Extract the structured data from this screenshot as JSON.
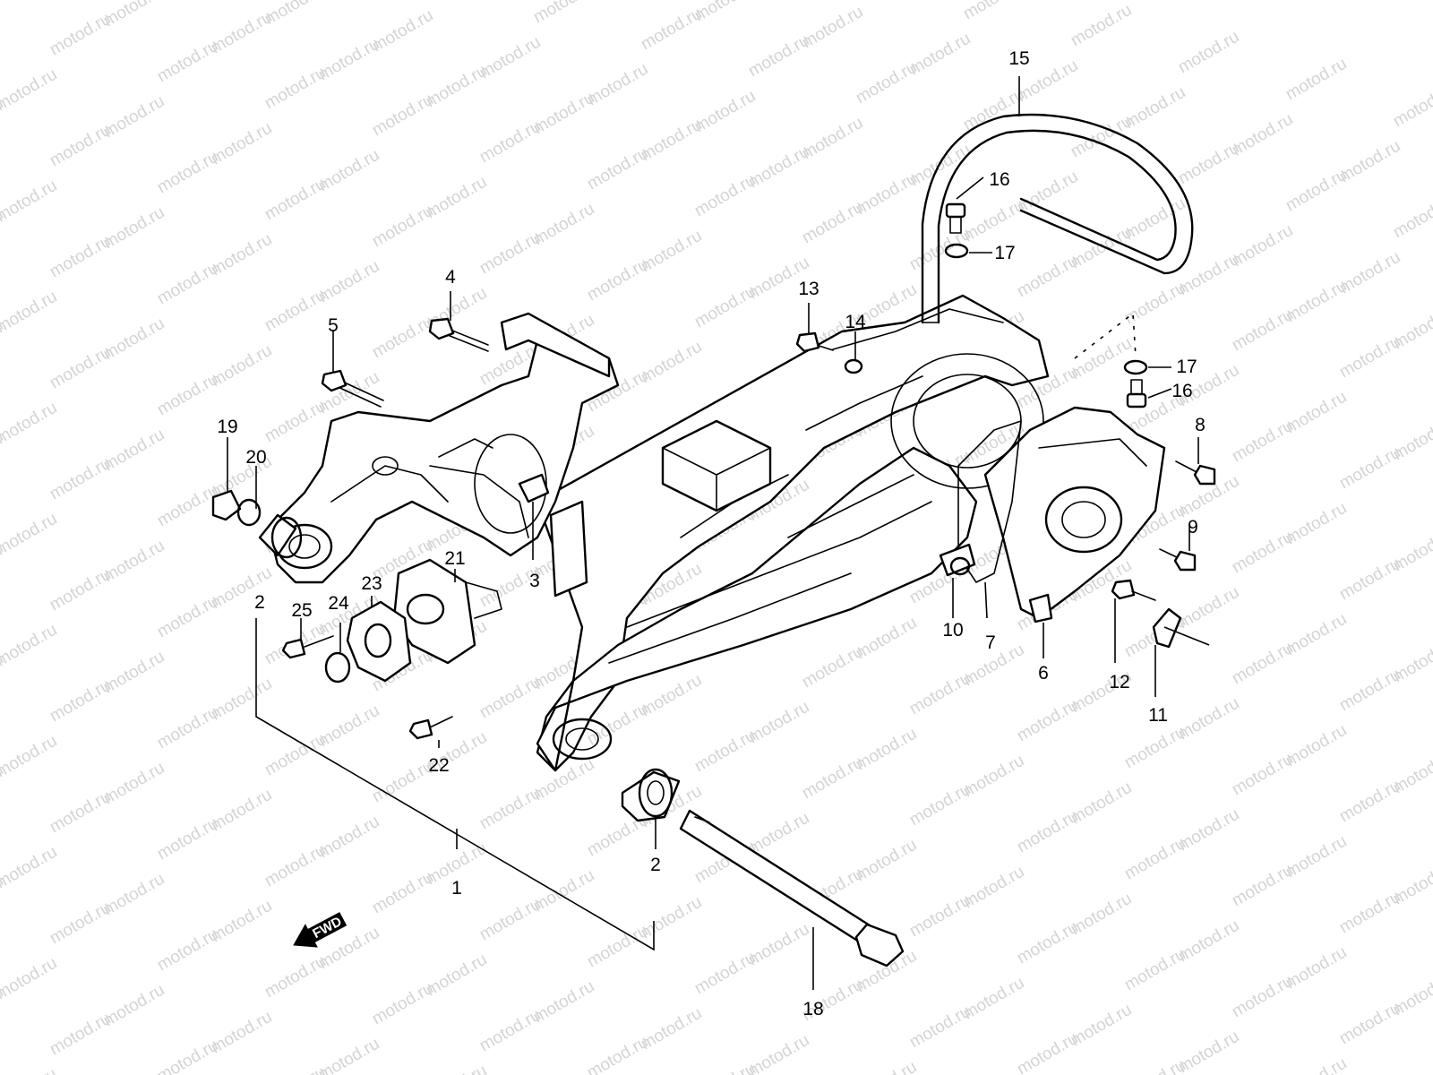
{
  "watermark": "motod.ru",
  "direction_marker": "FWD",
  "callouts": [
    {
      "id": "c1",
      "label": "1"
    },
    {
      "id": "c2a",
      "label": "2"
    },
    {
      "id": "c2b",
      "label": "2"
    },
    {
      "id": "c3",
      "label": "3"
    },
    {
      "id": "c4",
      "label": "4"
    },
    {
      "id": "c5",
      "label": "5"
    },
    {
      "id": "c6",
      "label": "6"
    },
    {
      "id": "c7",
      "label": "7"
    },
    {
      "id": "c8",
      "label": "8"
    },
    {
      "id": "c9",
      "label": "9"
    },
    {
      "id": "c10",
      "label": "10"
    },
    {
      "id": "c11",
      "label": "11"
    },
    {
      "id": "c12",
      "label": "12"
    },
    {
      "id": "c13",
      "label": "13"
    },
    {
      "id": "c14",
      "label": "14"
    },
    {
      "id": "c15",
      "label": "15"
    },
    {
      "id": "c16a",
      "label": "16"
    },
    {
      "id": "c16b",
      "label": "16"
    },
    {
      "id": "c17a",
      "label": "17"
    },
    {
      "id": "c17b",
      "label": "17"
    },
    {
      "id": "c18",
      "label": "18"
    },
    {
      "id": "c19",
      "label": "19"
    },
    {
      "id": "c20",
      "label": "20"
    },
    {
      "id": "c21",
      "label": "21"
    },
    {
      "id": "c22",
      "label": "22"
    },
    {
      "id": "c23",
      "label": "23"
    },
    {
      "id": "c24",
      "label": "24"
    },
    {
      "id": "c25",
      "label": "25"
    }
  ]
}
